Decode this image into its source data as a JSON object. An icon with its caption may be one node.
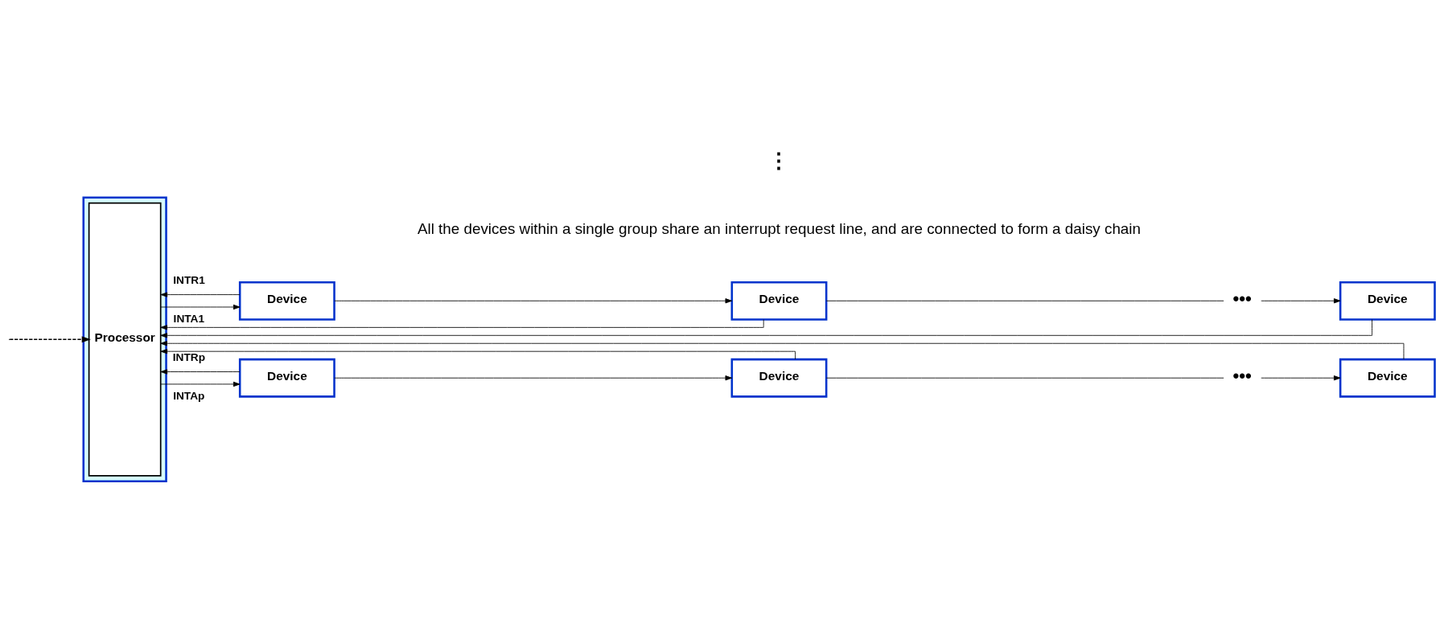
{
  "diagram": {
    "nodes": [
      {
        "text": [],
        "shape": "box"
      },
      {
        "text": [
          "Processor"
        ],
        "in": 0
      },
      {
        "text": [
          "Device"
        ]
      },
      {
        "text": [
          "Device"
        ]
      },
      {
        "text": [
          "•••"
        ]
      },
      {
        "text": [
          "Device"
        ]
      },
      {
        "text": [
          "Device"
        ]
      },
      {
        "text": [
          "Device"
        ]
      },
      {
        "text": [
          "•••"
        ]
      },
      {
        "text": [
          "Device"
        ]
      }
    ],
    "edges": [
      {
        "from": 2,
        "to": 1,
        "arrow": "to",
        "label": "INTR1"
      },
      {
        "from": 3,
        "to": 1,
        "arrow": "to"
      },
      {
        "from": 5,
        "to": 1,
        "arrow": "to"
      },
      {
        "from": 1,
        "to": 2,
        "arrow": "to",
        "label": "INTA1"
      },
      {
        "from": 2,
        "to": 3,
        "arrow": "to"
      },
      {
        "from": 3,
        "to": 4,
        "arrow": "none"
      },
      {
        "from": 4,
        "to": 5,
        "arrow": "to"
      },
      {
        "from": 6,
        "to": 1,
        "arrow": "to",
        "label": "INTRp"
      },
      {
        "from": 7,
        "to": 1,
        "arrow": "to"
      },
      {
        "from": 9,
        "to": 1,
        "arrow": "to"
      },
      {
        "from": 1,
        "to": 6,
        "arrow": "to",
        "label": "INTAp"
      },
      {
        "from": 6,
        "to": 7,
        "arrow": "to"
      },
      {
        "from": 7,
        "to": 8,
        "arrow": "none"
      },
      {
        "from": 8,
        "to": 9,
        "arrow": "to"
      },
      {
        "from": null,
        "to": 1,
        "arrow": "to",
        "style": "dashed"
      }
    ],
    "labels": [
      "All the devices within a single group share an interrupt request line, and are connected to form a daisy chain",
      "⋮"
    ]
  }
}
